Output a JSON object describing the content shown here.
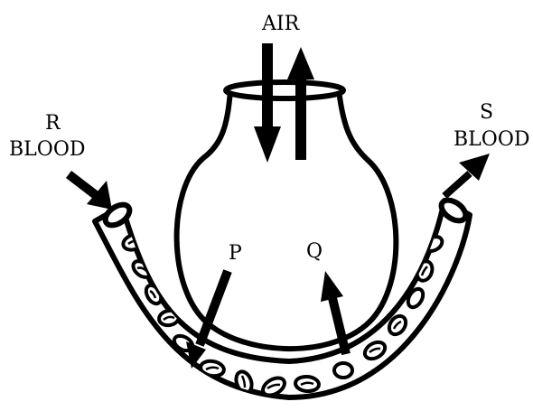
{
  "labels": {
    "air": "AIR",
    "r": "R",
    "r_blood": "BLOOD",
    "s": "S",
    "s_blood": "BLOOD",
    "p": "P",
    "q": "Q"
  }
}
